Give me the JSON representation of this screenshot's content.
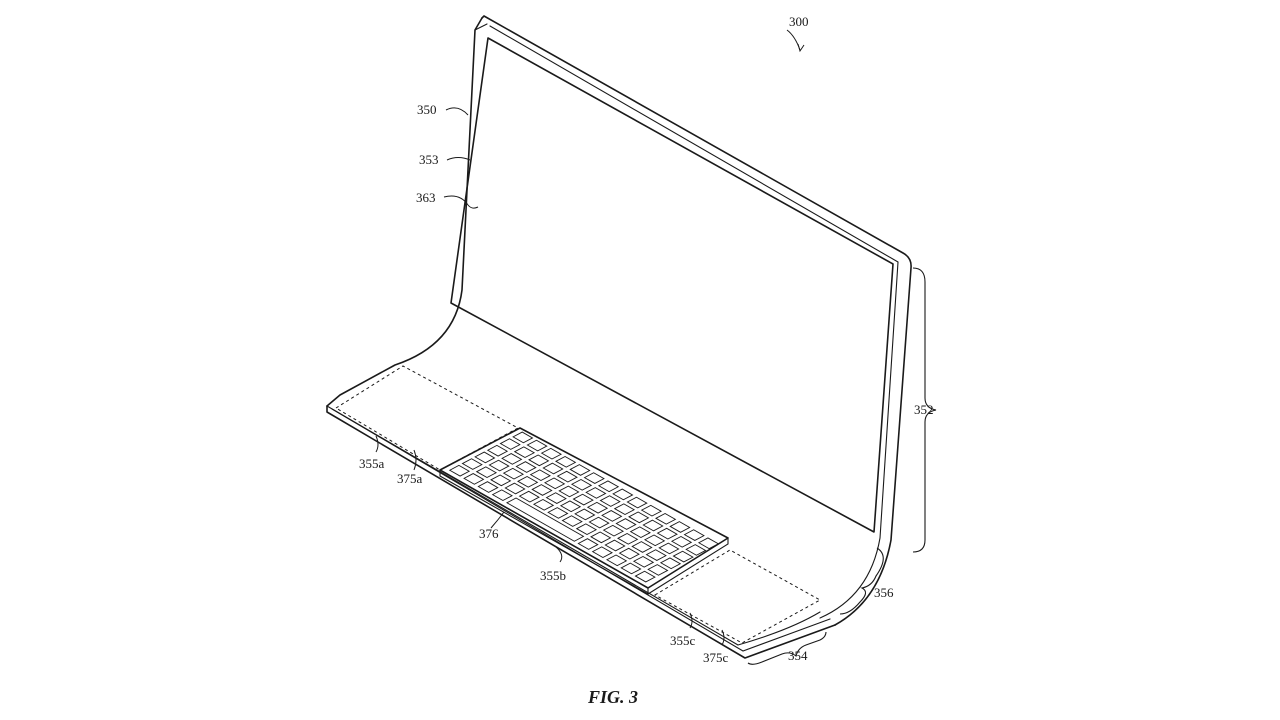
{
  "figure": {
    "caption": "FIG. 3",
    "reference_numerals": {
      "device": "300",
      "housing": "350",
      "edge": "353",
      "display": "363",
      "upright_portion": "352",
      "transition_portion": "356",
      "base_portion": "354",
      "input_region_a": "355a",
      "input_region_b": "355b",
      "input_region_c": "355c",
      "touch_area_a": "375a",
      "touch_area_c": "375c",
      "keyboard": "376"
    }
  }
}
